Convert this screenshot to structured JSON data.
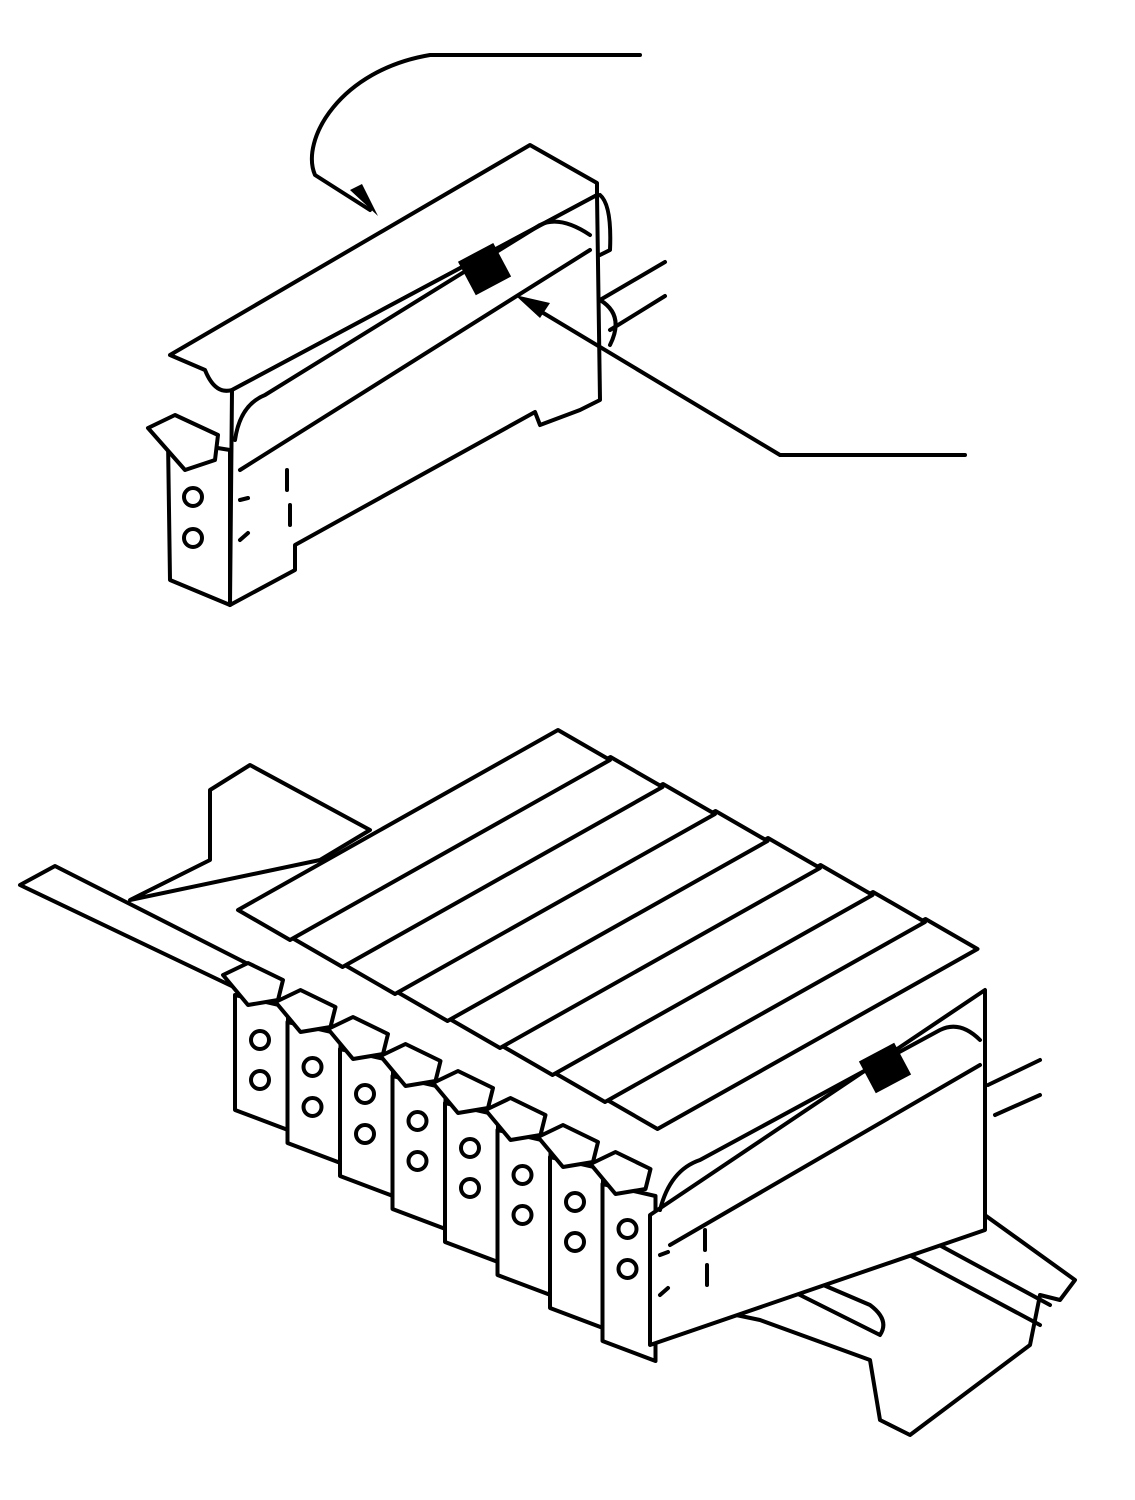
{
  "colors": {
    "line": "#000000",
    "background": "#ffffff"
  },
  "figure": {
    "views": [
      "single-amplifier-unit",
      "units-mounted-on-din-rail"
    ],
    "stacked_units": 8
  }
}
